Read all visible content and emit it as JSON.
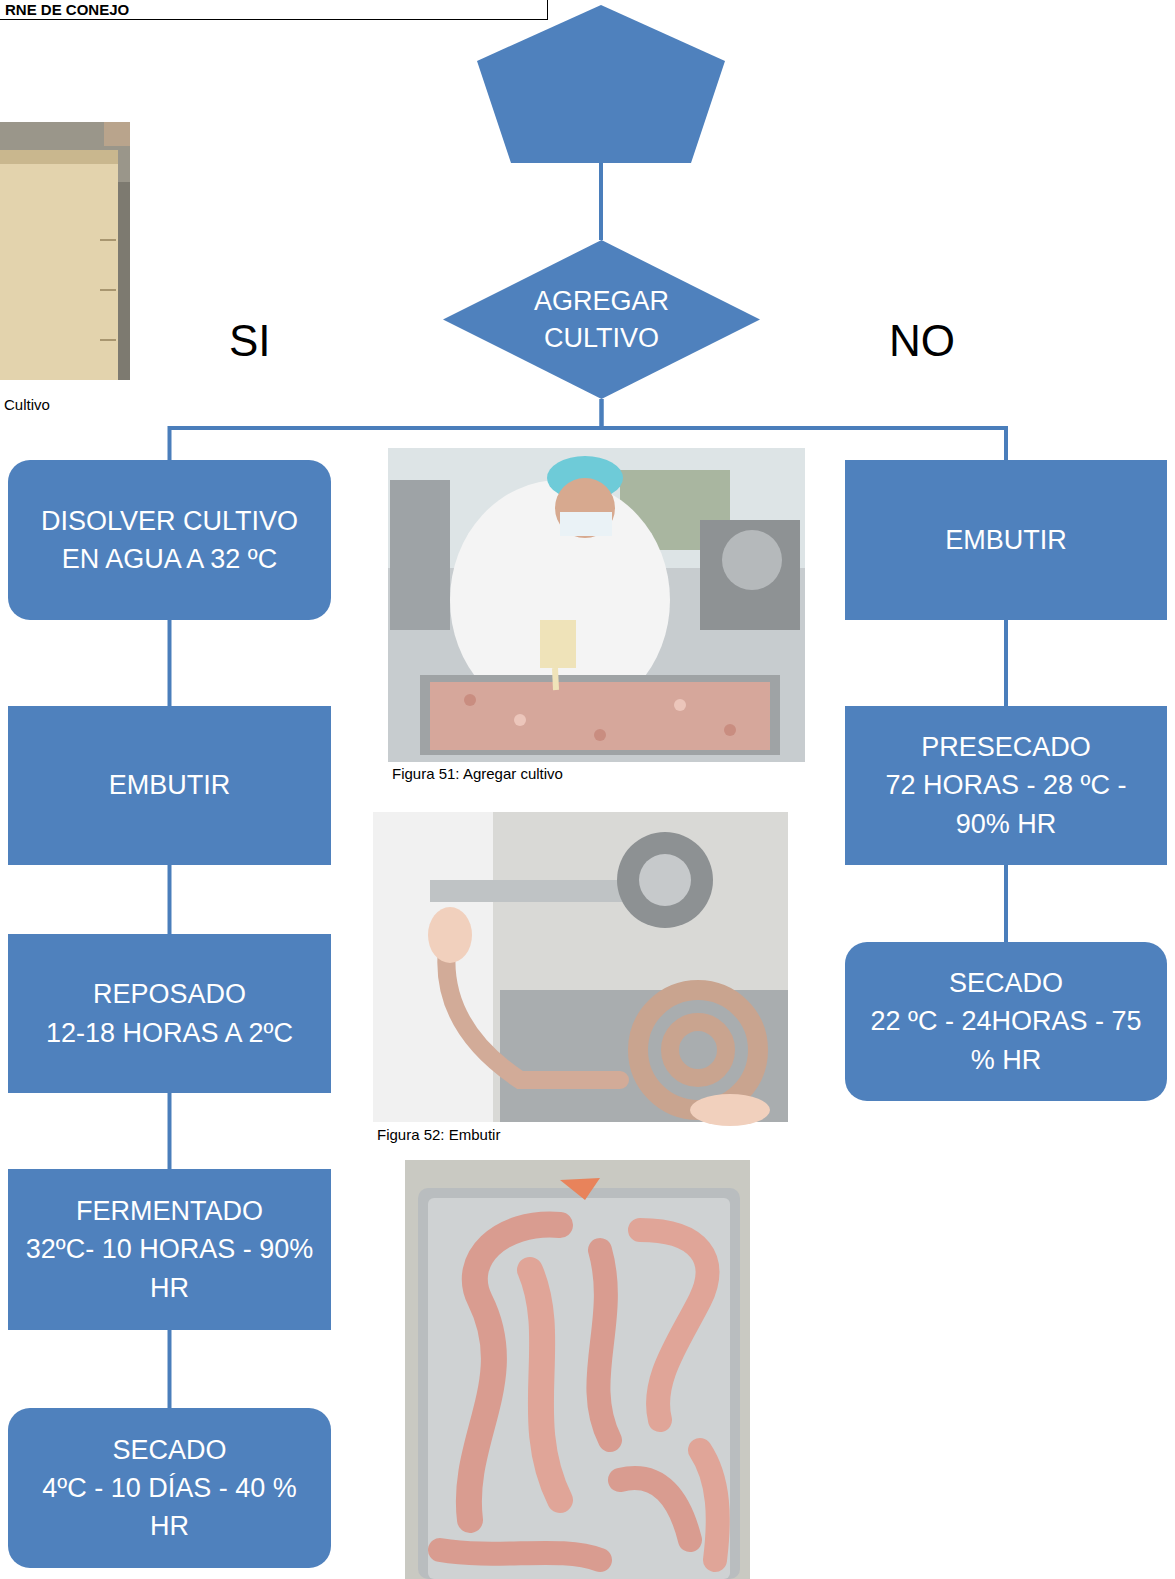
{
  "diagram": {
    "nodes": [
      {
        "text": [
          "RNE DE CONEJO"
        ]
      },
      {
        "text": [
          "AGREGAR CULTIVO"
        ]
      },
      {
        "text": [
          "DISOLVER CULTIVO EN AGUA A 32 ºC"
        ]
      },
      {
        "text": [
          "EMBUTIR"
        ]
      },
      {
        "text": [
          "REPOSADO",
          "12-18 HORAS A 2ºC"
        ]
      },
      {
        "text": [
          "FERMENTADO",
          "32ºC- 10 HORAS - 90% HR"
        ]
      },
      {
        "text": [
          "SECADO",
          "4ºC - 10 DÍAS - 40 % HR"
        ]
      },
      {
        "text": [
          "EMBUTIR"
        ]
      },
      {
        "text": [
          "PRESECADO",
          "72 HORAS - 28 ºC - 90% HR"
        ]
      },
      {
        "text": [
          "SECADO",
          "22 ºC - 24HORAS - 75 % HR"
        ]
      }
    ],
    "edges": [
      {
        "from": 1,
        "to": 2,
        "arrow": "none"
      },
      {
        "from": 1,
        "to": 7,
        "arrow": "none"
      },
      {
        "from": 2,
        "to": 3,
        "arrow": "none"
      },
      {
        "from": 3,
        "to": 4,
        "arrow": "none"
      },
      {
        "from": 4,
        "to": 5,
        "arrow": "none"
      },
      {
        "from": 5,
        "to": 6,
        "arrow": "none"
      },
      {
        "from": 7,
        "to": 8,
        "arrow": "none"
      },
      {
        "from": 8,
        "to": 9,
        "arrow": "none"
      }
    ],
    "labels": [
      "Cultivo",
      "SI",
      "NO",
      "Figura 51: Agregar cultivo",
      "Figura 52: Embutir"
    ]
  }
}
